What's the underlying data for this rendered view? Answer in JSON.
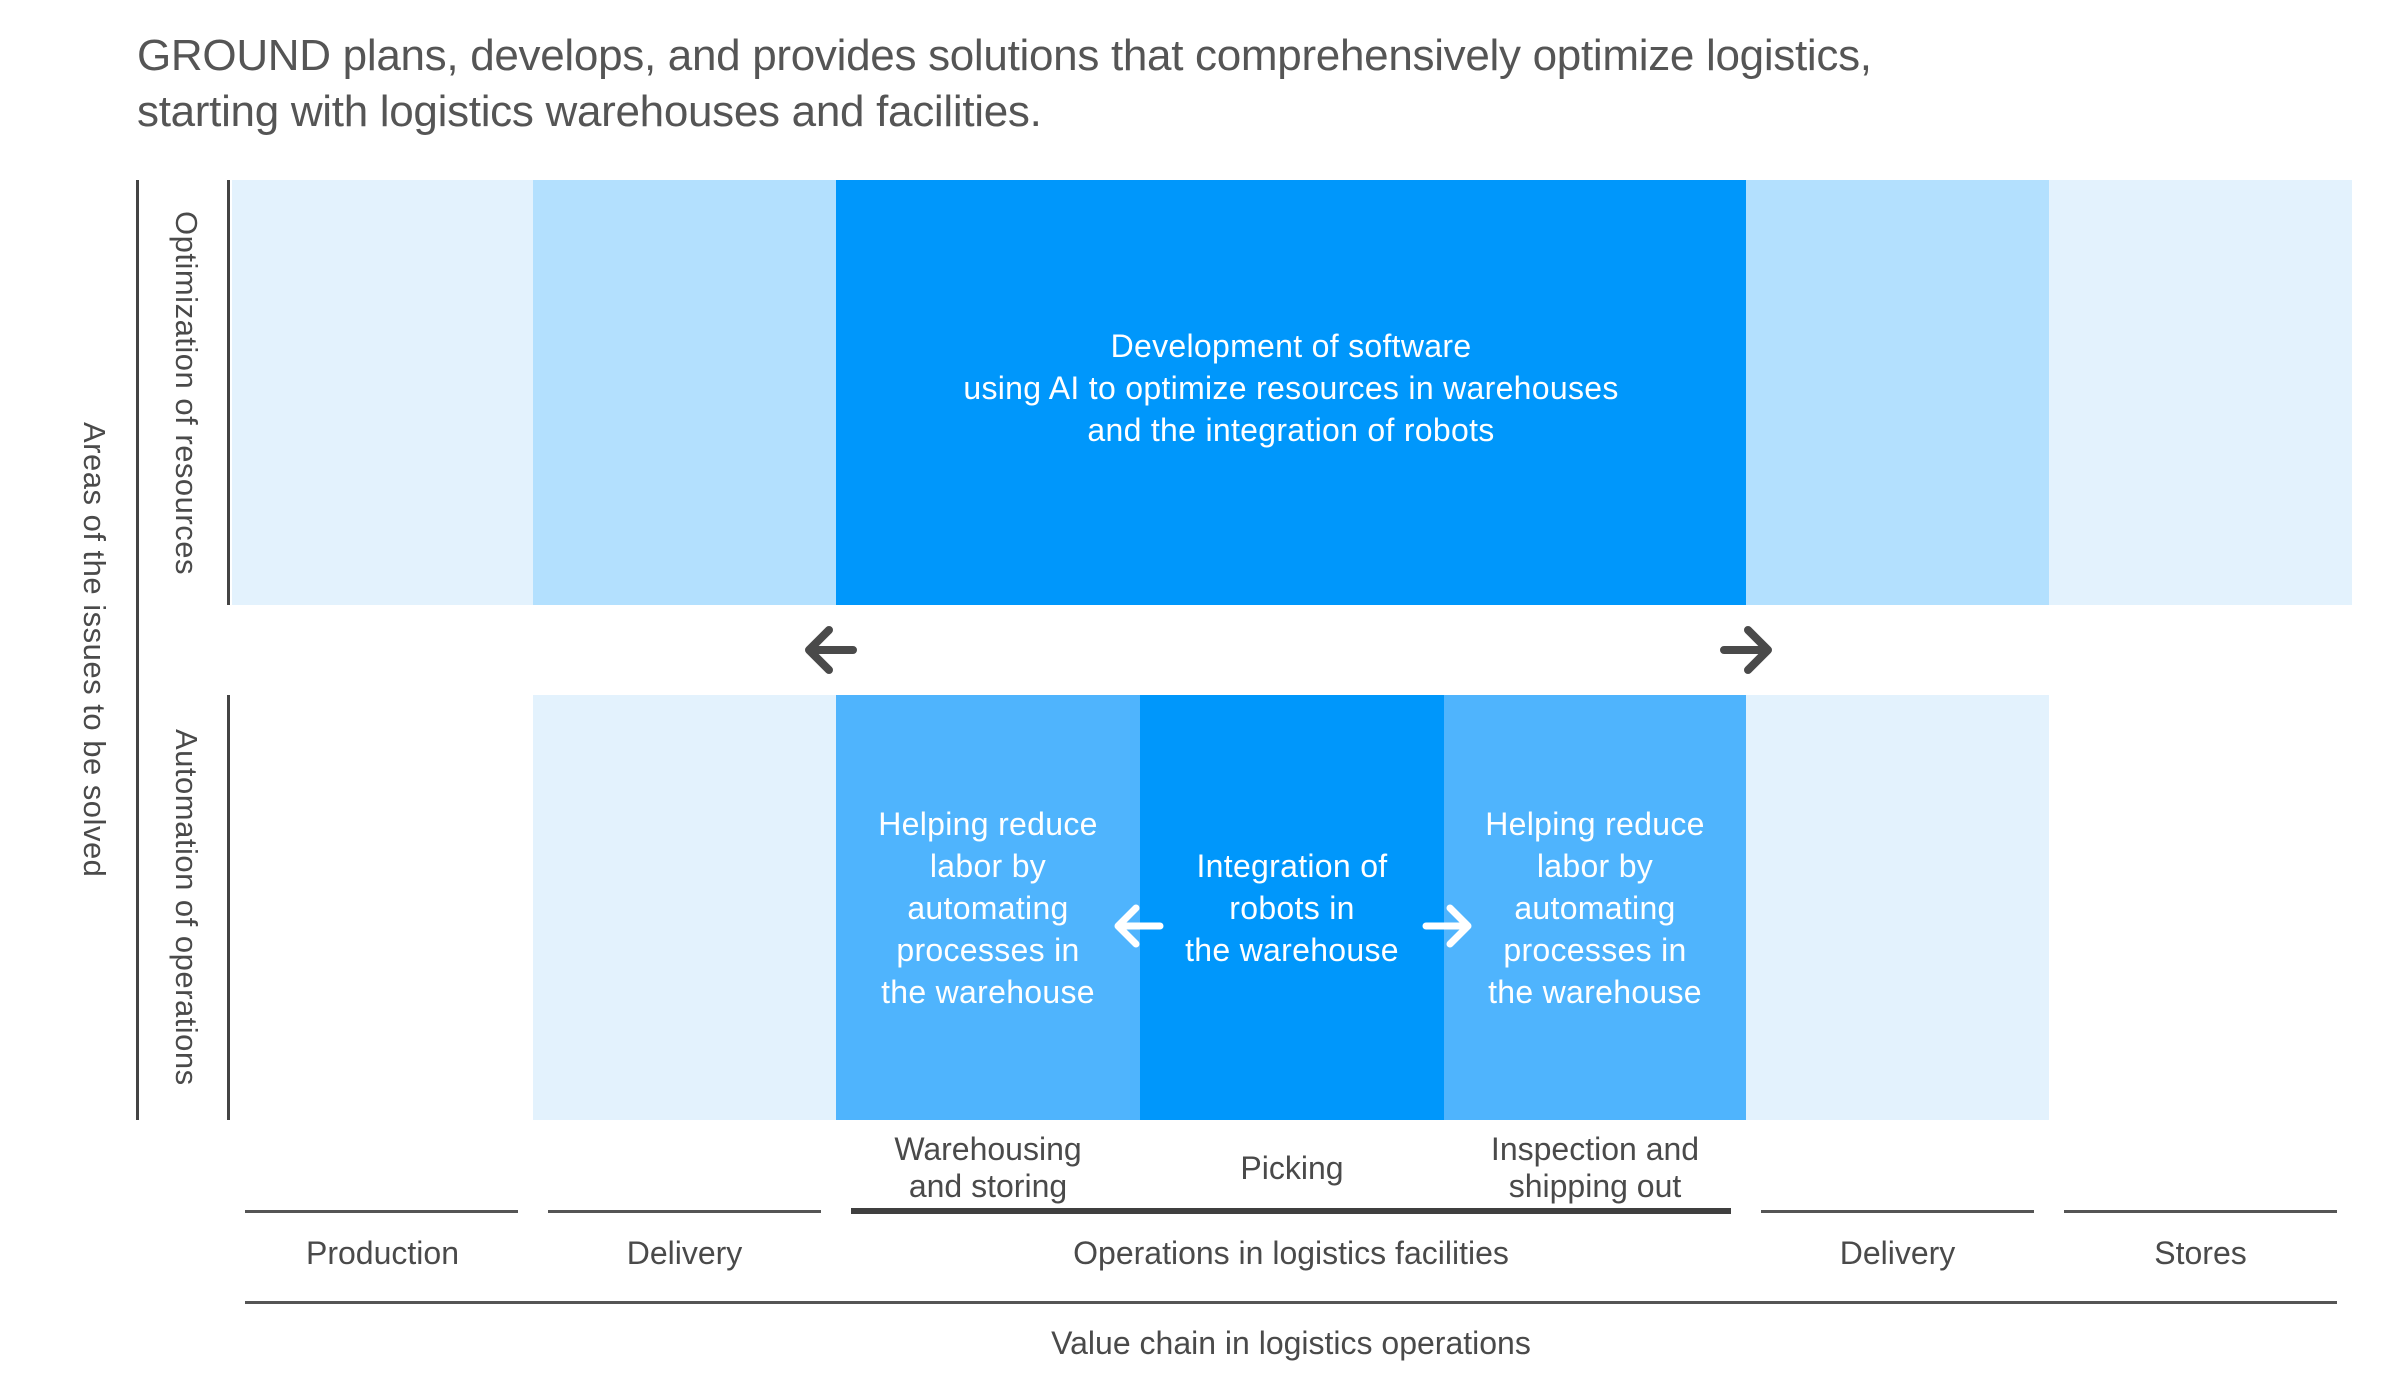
{
  "heading": "GROUND plans, develops, and provides solutions that comprehensively optimize logistics,\nstarting with logistics warehouses and facilities.",
  "axis": {
    "outer_label": "Areas of the issues to be solved",
    "row_top_label": "Optimization of resources",
    "row_bottom_label": "Automation of operations",
    "bottom_label": "Value chain in logistics operations"
  },
  "top_box": {
    "text": "Development of software\nusing AI to optimize resources in warehouses\nand the integration of robots"
  },
  "bottom_boxes": {
    "left": "Helping reduce\nlabor by\nautomating\nprocesses in\nthe warehouse",
    "center": "Integration of\nrobots in\nthe warehouse",
    "right": "Helping reduce\nlabor by\nautomating\nprocesses in\nthe warehouse"
  },
  "sub_stages": [
    "Warehousing\nand storing",
    "Picking",
    "Inspection and\nshipping out"
  ],
  "stages": [
    "Production",
    "Delivery",
    "Operations in logistics facilities",
    "Delivery",
    "Stores"
  ],
  "colors": {
    "lightest": "#e3f2fd",
    "light": "#b3e0fe",
    "medium": "#4fb4fd",
    "dark": "#0097fb",
    "arrow_dark": "#4a4a4a",
    "arrow_light": "#ffffff"
  },
  "icons": {
    "top_left_arrow": "arrow-left-icon",
    "top_right_arrow": "arrow-right-icon",
    "inner_left_arrow": "arrow-left-icon",
    "inner_right_arrow": "arrow-right-icon"
  }
}
